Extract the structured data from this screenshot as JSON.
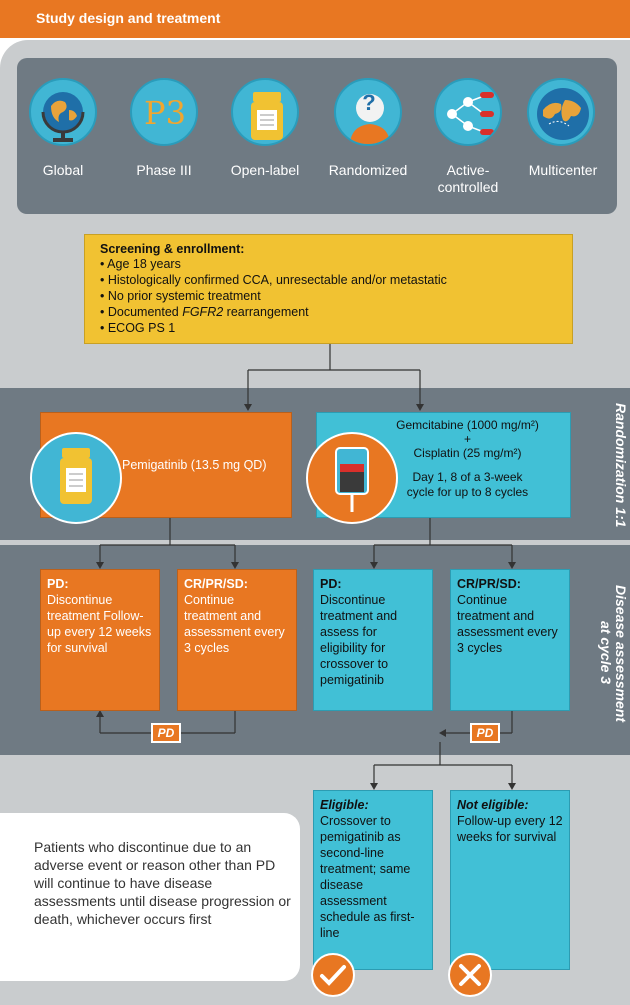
{
  "header": {
    "title": "Study design and treatment"
  },
  "attributes": [
    {
      "label": "Global",
      "icon": "globe-icon"
    },
    {
      "label": "Phase III",
      "icon": "phase3-icon",
      "glyph": "P3"
    },
    {
      "label": "Open-label",
      "icon": "pill-bottle-icon"
    },
    {
      "label": "Randomized",
      "icon": "question-person-icon",
      "glyph": "?"
    },
    {
      "label": "Active-controlled",
      "label_line1": "Active-",
      "label_line2": "controlled",
      "icon": "network-pills-icon"
    },
    {
      "label": "Multicenter",
      "icon": "world-map-icon"
    }
  ],
  "screening": {
    "title": "Screening & enrollment:",
    "items": [
      "• Age 18 years",
      "• Histologically confirmed CCA, unresectable and/or metastatic",
      "• No prior systemic treatment",
      "• Documented ",
      "• ECOG PS  1"
    ],
    "gene": "FGFR2",
    "gene_suffix": " rearrangement"
  },
  "bands": {
    "randomization": "Randomization 1:1",
    "disease_line1": "Disease assessment",
    "disease_line2": "at cycle 3"
  },
  "arms": {
    "pemigatinib": {
      "label": "Pemigatinib (13.5 mg QD)"
    },
    "chemo": {
      "line1": "Gemcitabine (1000 mg/m²)",
      "plus": "+",
      "line2": "Cisplatin (25 mg/m²)",
      "line3": "Day 1, 8 of a 3-week",
      "line4": "cycle for up to 8 cycles"
    }
  },
  "disease_boxes": {
    "pemi_pd": {
      "head": "PD:",
      "body": "Discontinue treatment Follow-up every 12 weeks for survival"
    },
    "pemi_cr": {
      "head": "CR/PR/SD:",
      "body": "Continue treatment and assessment every 3 cycles"
    },
    "chemo_pd": {
      "head": "PD:",
      "body": "Discontinue treatment and assess for eligibility for crossover to pemigatinib"
    },
    "chemo_cr": {
      "head": "CR/PR/SD:",
      "body": "Continue treatment and assessment every 3 cycles"
    }
  },
  "pd_badge": "PD",
  "crossover": {
    "eligible": {
      "head": "Eligible:",
      "body": "Crossover to pemigatinib as second-line treatment; same disease assessment schedule as first-line",
      "icon": "checkmark-icon"
    },
    "not_eligible": {
      "head": "Not eligible:",
      "body": "Follow-up every 12 weeks for survival",
      "icon": "x-mark-icon"
    }
  },
  "note": "Patients who discontinue due to an adverse event or reason other than PD will continue to have disease assessments until disease progression or death, whichever occurs first",
  "colors": {
    "orange": "#e87722",
    "cyan": "#41c0d6",
    "yellow": "#f1c232",
    "slate": "#6f7a83",
    "light_grey": "#c9ccce"
  }
}
